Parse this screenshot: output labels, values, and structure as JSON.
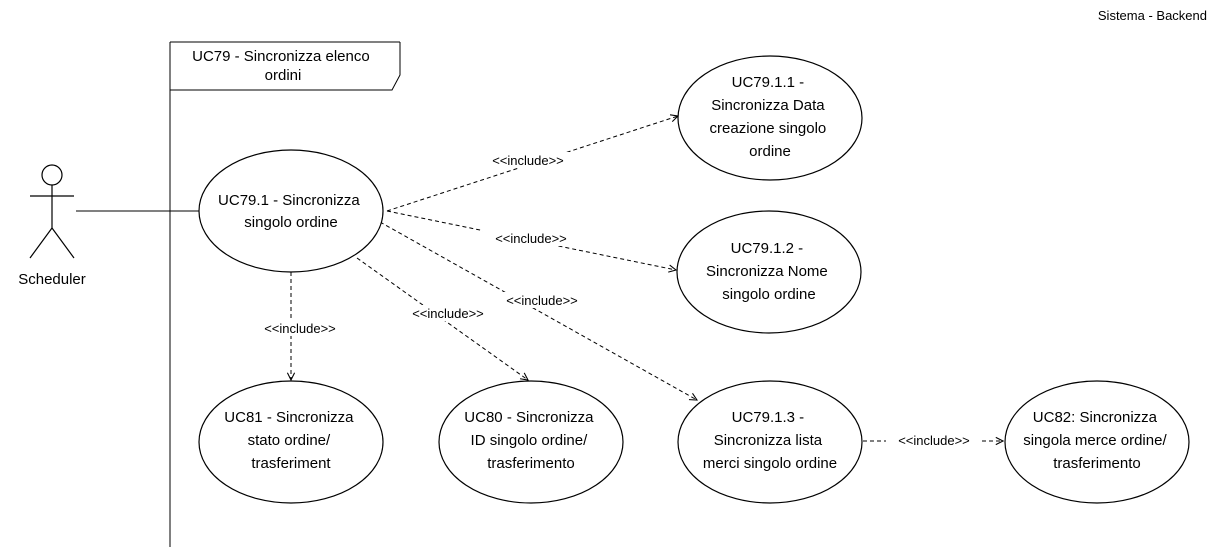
{
  "system_label": "Sistema - Backend",
  "frame_title": [
    "UC79 - Sincronizza elenco",
    "ordini"
  ],
  "actor": {
    "label": "Scheduler",
    "icon": "stick-figure-actor-icon"
  },
  "include_label": "<<include>>",
  "use_cases": {
    "uc79_1": [
      "UC79.1 - Sincronizza",
      "singolo ordine"
    ],
    "uc79_1_1": [
      "UC79.1.1 -",
      "Sincronizza Data",
      "creazione singolo",
      "ordine"
    ],
    "uc79_1_2": [
      "UC79.1.2 -",
      "Sincronizza Nome",
      "singolo ordine"
    ],
    "uc79_1_3": [
      "UC79.1.3 -",
      "Sincronizza lista",
      "merci singolo ordine"
    ],
    "uc81": [
      "UC81 - Sincronizza",
      "stato ordine/",
      "trasferiment"
    ],
    "uc80": [
      "UC80 - Sincronizza",
      "ID singolo ordine/",
      "trasferimento"
    ],
    "uc82": [
      "UC82: Sincronizza",
      "singola merce ordine/",
      "trasferimento"
    ]
  }
}
